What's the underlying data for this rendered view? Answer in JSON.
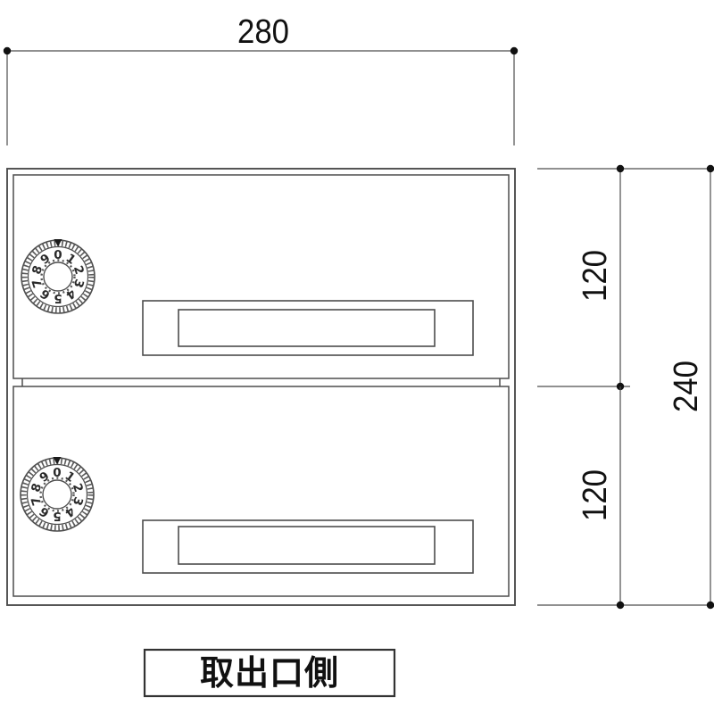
{
  "drawing": {
    "type": "technical-front-view",
    "colors": {
      "background": "#ffffff",
      "line": "#4d4d4d",
      "text": "#111111"
    },
    "dimensions": {
      "width_label": "280",
      "upper_height_label": "120",
      "lower_height_label": "120",
      "total_height_label": "240"
    },
    "caption": {
      "text": "取出口側"
    },
    "dial": {
      "digits": [
        "0",
        "1",
        "2",
        "3",
        "4",
        "5",
        "6",
        "7",
        "8",
        "9"
      ]
    }
  }
}
